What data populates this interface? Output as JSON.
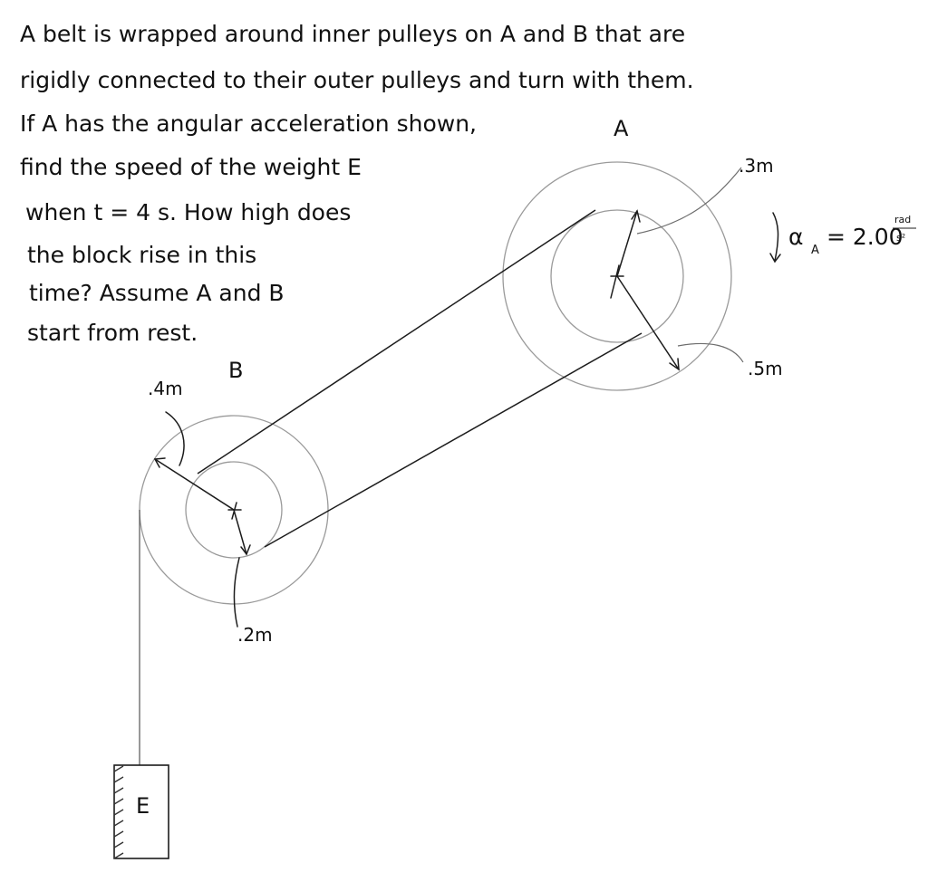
{
  "problem_text": [
    "A belt is wrapped around inner pulleys on A and B that are",
    "rigidly connected to their outer pulleys and turn with them.",
    "If A has the angular acceleration shown,",
    "find the speed of the weight E",
    "when t = 4 s. How high does",
    "the block rise in this",
    "time? Assume A and B",
    "start from rest."
  ],
  "labels": {
    "pulley_a": "A",
    "pulley_b": "B",
    "weight_e": "E",
    "a_inner_radius": ".3m",
    "a_outer_radius": ".5m",
    "b_outer_radius": ".4m",
    "b_inner_radius": ".2m"
  },
  "acceleration": {
    "symbol": "α",
    "subscript": "A",
    "equals_value": "= 2.00",
    "unit_numerator": "rad",
    "unit_denominator": "s²"
  },
  "colors": {
    "ink": "#1c1c1c",
    "pulley_outline": "#9a9a9a",
    "background": "#ffffff"
  }
}
